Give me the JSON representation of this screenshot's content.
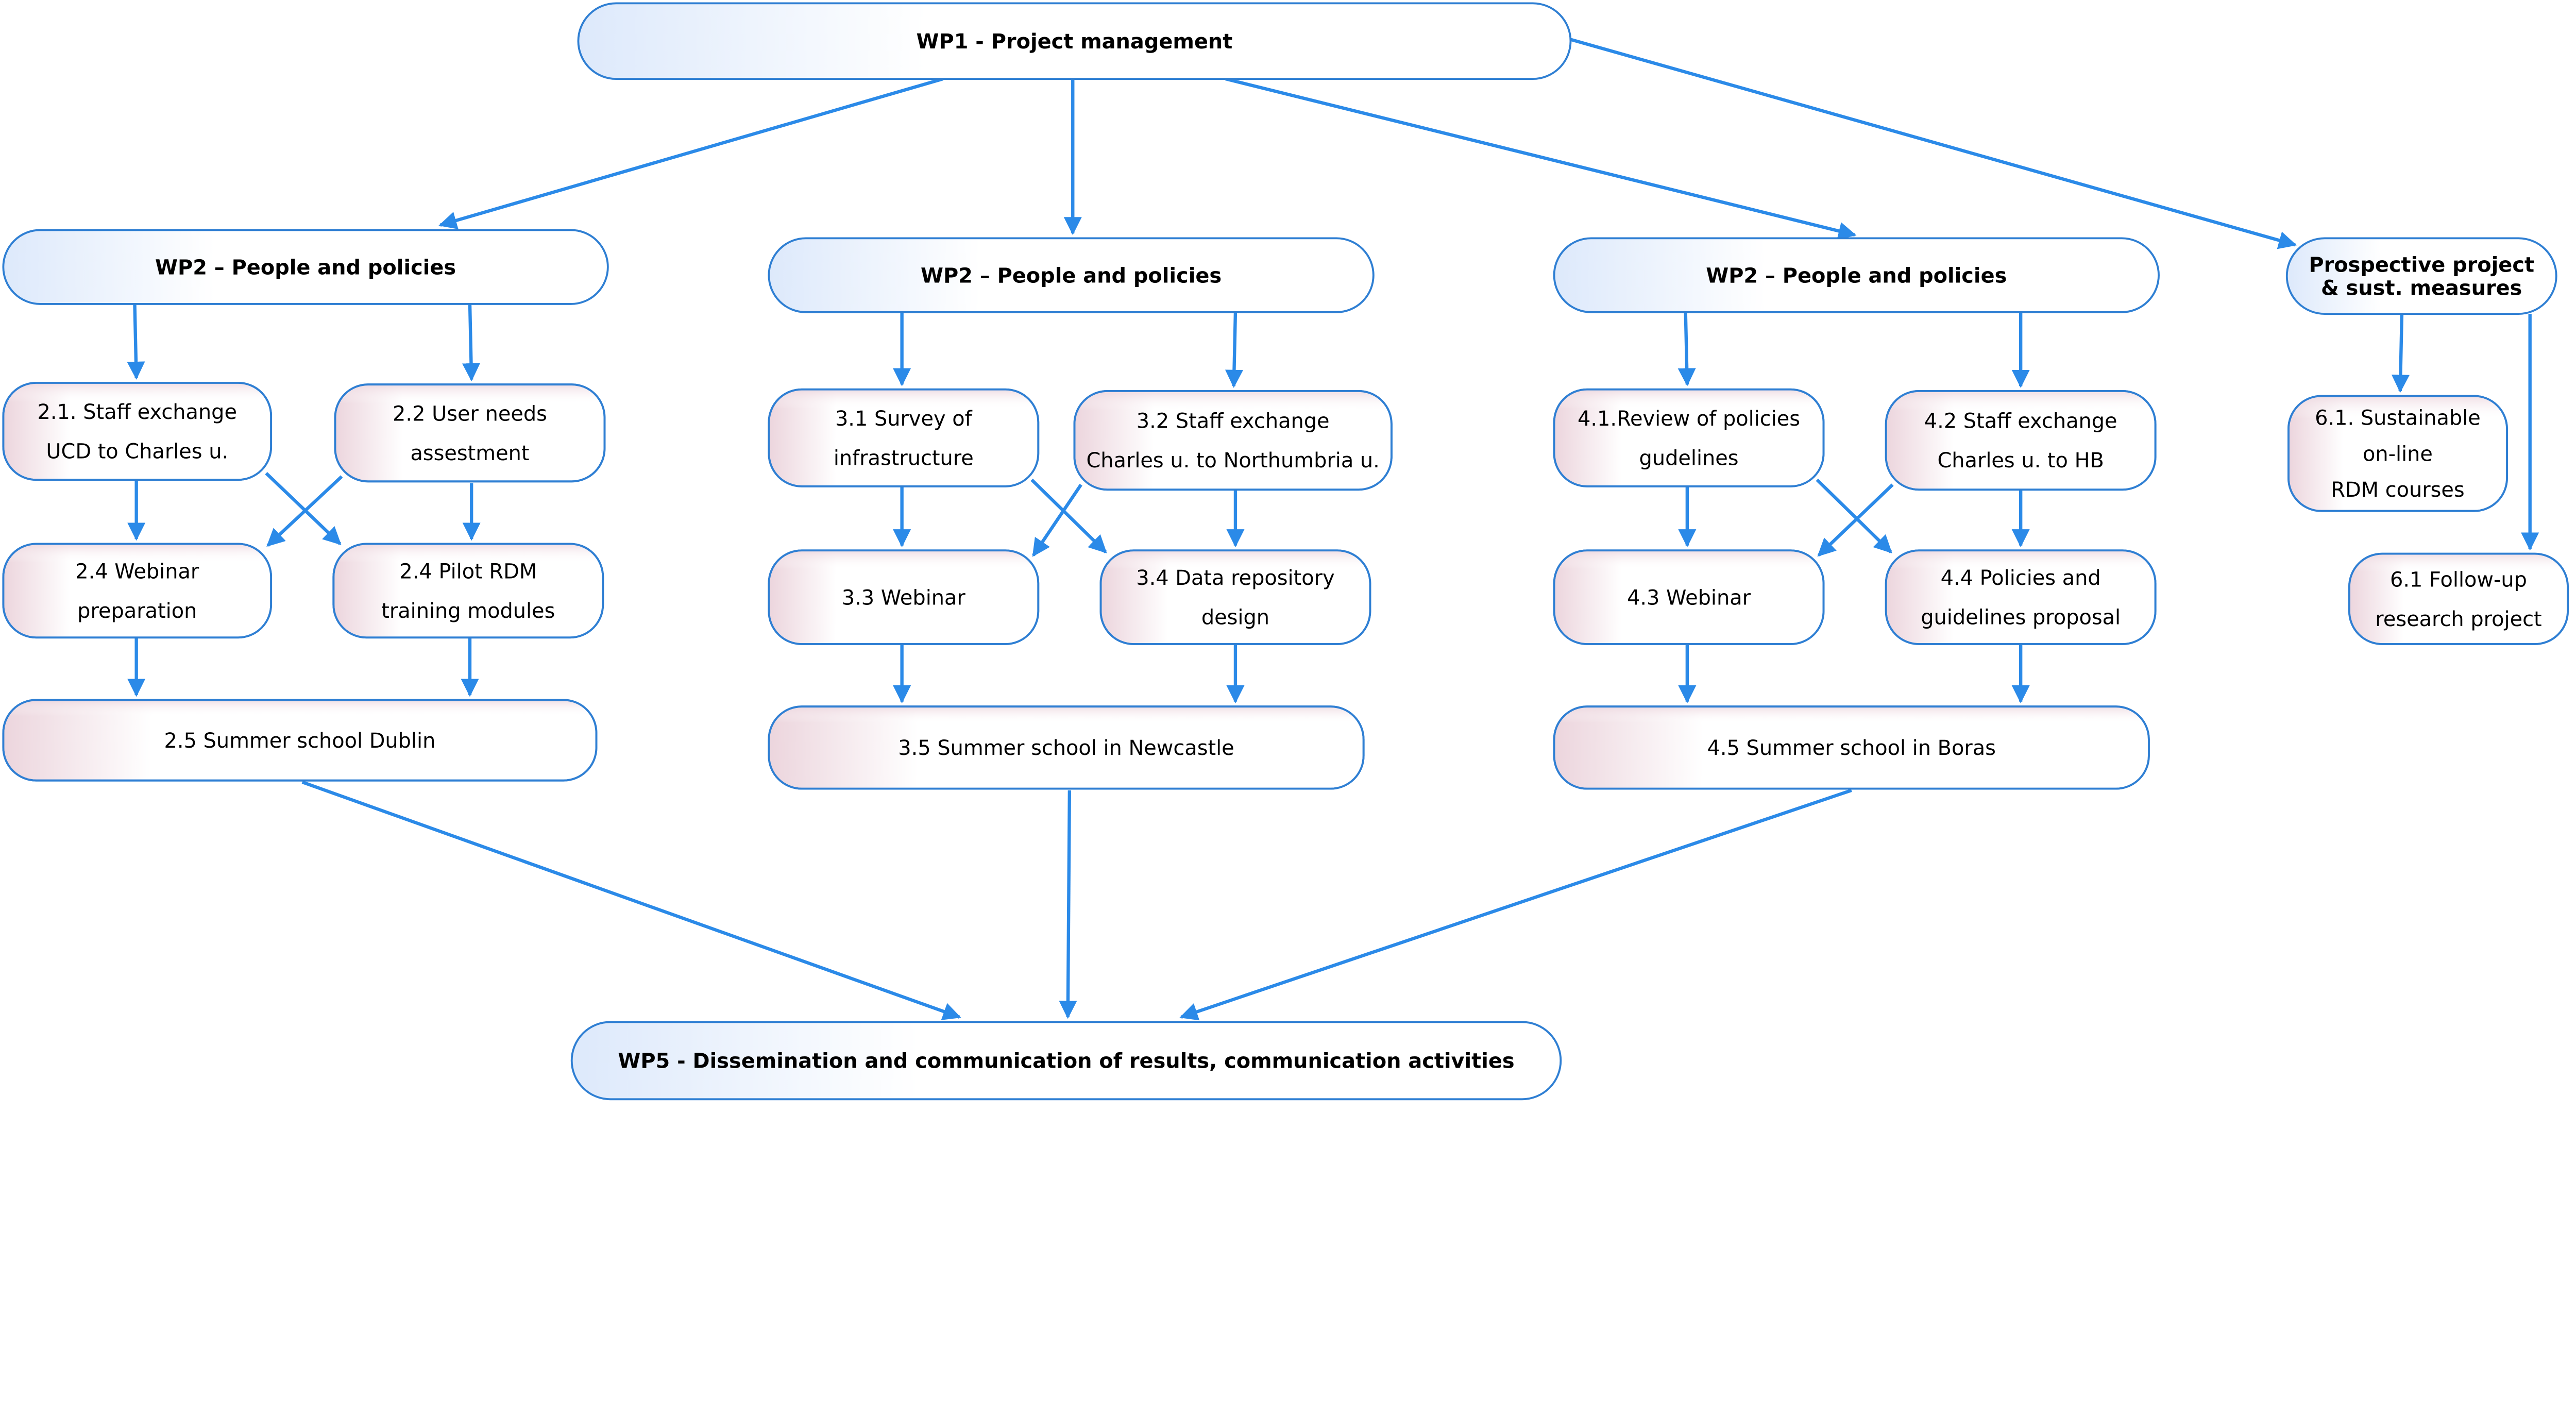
{
  "colors": {
    "arrow": "#2b8ae8",
    "border": "#2f7fd3",
    "header_fill": "#dde9fb",
    "task_fill": "#ecd5dd"
  },
  "nodes": {
    "wp1": {
      "lines": [
        "WP1 -  Project management"
      ],
      "bold": true
    },
    "wp2a": {
      "lines": [
        "WP2 – People and policies"
      ],
      "bold": true
    },
    "wp2b": {
      "lines": [
        "WP2 – People and policies"
      ],
      "bold": true
    },
    "wp2c": {
      "lines": [
        "WP2 – People and policies"
      ],
      "bold": true
    },
    "prosp": {
      "lines": [
        "Prospective project",
        "& sust. measures"
      ],
      "bold": true
    },
    "t21": {
      "lines": [
        "2.1. Staff exchange",
        "UCD  to Charles u."
      ]
    },
    "t22": {
      "lines": [
        "2.2 User needs",
        "assestment"
      ]
    },
    "t24w": {
      "lines": [
        "2.4 Webinar",
        "preparation"
      ]
    },
    "t24p": {
      "lines": [
        "2.4 Pilot RDM",
        "training modules"
      ]
    },
    "t25": {
      "lines": [
        "2.5 Summer school Dublin"
      ]
    },
    "t31": {
      "lines": [
        "3.1 Survey of",
        "infrastructure"
      ]
    },
    "t32": {
      "lines": [
        "3.2 Staff exchange",
        "Charles u. to Northumbria u."
      ]
    },
    "t33": {
      "lines": [
        "3.3 Webinar"
      ]
    },
    "t34": {
      "lines": [
        "3.4 Data repository",
        "design"
      ]
    },
    "t35": {
      "lines": [
        "3.5 Summer school in Newcastle"
      ]
    },
    "t41": {
      "lines": [
        "4.1.Review of policies",
        "gudelines"
      ]
    },
    "t42": {
      "lines": [
        "4.2 Staff exchange",
        "Charles u. to HB"
      ]
    },
    "t43": {
      "lines": [
        "4.3 Webinar"
      ]
    },
    "t44": {
      "lines": [
        "4.4 Policies and",
        "guidelines proposal"
      ]
    },
    "t45": {
      "lines": [
        "4.5 Summer school in Boras"
      ]
    },
    "t61a": {
      "lines": [
        "6.1. Sustainable",
        "on-line",
        "RDM courses"
      ]
    },
    "t61b": {
      "lines": [
        "6.1 Follow-up",
        "research project"
      ]
    },
    "wp5": {
      "lines": [
        "WP5 -  Dissemination and communication of results, communication activities"
      ],
      "bold": true
    }
  },
  "edges": [
    [
      "wp1",
      "wp2a"
    ],
    [
      "wp1",
      "wp2b"
    ],
    [
      "wp1",
      "wp2c"
    ],
    [
      "wp1",
      "prosp"
    ],
    [
      "wp2a",
      "t21"
    ],
    [
      "wp2a",
      "t22"
    ],
    [
      "t21",
      "t24w"
    ],
    [
      "t22",
      "t24p"
    ],
    [
      "t21",
      "t24p"
    ],
    [
      "t22",
      "t24w"
    ],
    [
      "t24w",
      "t25"
    ],
    [
      "t24p",
      "t25"
    ],
    [
      "wp2b",
      "t31"
    ],
    [
      "wp2b",
      "t32"
    ],
    [
      "t31",
      "t33"
    ],
    [
      "t32",
      "t34"
    ],
    [
      "t31",
      "t34"
    ],
    [
      "t32",
      "t33"
    ],
    [
      "t33",
      "t35"
    ],
    [
      "t34",
      "t35"
    ],
    [
      "wp2c",
      "t41"
    ],
    [
      "wp2c",
      "t42"
    ],
    [
      "t41",
      "t43"
    ],
    [
      "t42",
      "t44"
    ],
    [
      "t41",
      "t44"
    ],
    [
      "t42",
      "t43"
    ],
    [
      "t43",
      "t45"
    ],
    [
      "t44",
      "t45"
    ],
    [
      "prosp",
      "t61a"
    ],
    [
      "prosp",
      "t61b"
    ],
    [
      "t25",
      "wp5"
    ],
    [
      "t35",
      "wp5"
    ],
    [
      "t45",
      "wp5"
    ]
  ]
}
